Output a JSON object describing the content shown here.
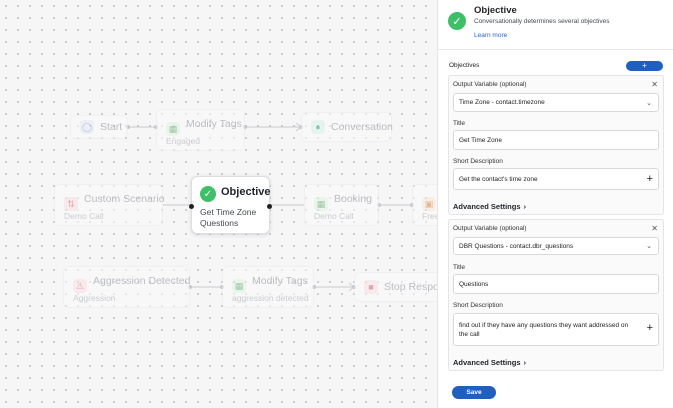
{
  "canvas": {
    "nodes": {
      "start": {
        "title": "Start",
        "icon": "chat-bubble-icon"
      },
      "modify_tags_1": {
        "title": "Modify Tags",
        "subtitle": "Engaged",
        "icon": "tag-icon"
      },
      "conversation": {
        "title": "Conversation",
        "icon": "chat-icon"
      },
      "custom_scenario": {
        "title": "Custom Scenario",
        "subtitle": "Demo Call",
        "icon": "flow-icon"
      },
      "objective": {
        "title": "Objective",
        "subtitle": "Get Time Zone Questions",
        "icon": "check-circle-icon"
      },
      "booking": {
        "title": "Booking",
        "subtitle": "Demo Call",
        "icon": "calendar-icon"
      },
      "partial": {
        "subtitle": "Free",
        "icon": "box-icon"
      },
      "aggression_detected": {
        "title": "Aggression Detected",
        "subtitle": "Aggression",
        "icon": "alert-icon"
      },
      "modify_tags_2": {
        "title": "Modify Tags",
        "subtitle": "aggression detected",
        "icon": "tag-icon"
      },
      "stop_response": {
        "title": "Stop Respon",
        "icon": "stop-icon"
      }
    }
  },
  "panel": {
    "title": "Objective",
    "subtitle": "Conversationally determines several objectives",
    "learn_more": "Learn more",
    "objectives_label": "Objectives",
    "add_label": "+",
    "cards": [
      {
        "output_variable_label": "Output Variable (optional)",
        "output_variable_value": "Time Zone - contact.timezone",
        "title_label": "Title",
        "title_value": "Get Time Zone",
        "short_description_label": "Short Description",
        "short_description_value": "Get the contact's time zone",
        "advanced_settings": "Advanced Settings"
      },
      {
        "output_variable_label": "Output Variable (optional)",
        "output_variable_value": "DBR Questions - contact.dbr_questions",
        "title_label": "Title",
        "title_value": "Questions",
        "short_description_label": "Short Description",
        "short_description_value": "find out if they have any questions they want addressed on the call",
        "advanced_settings": "Advanced Settings"
      }
    ],
    "save_label": "Save"
  }
}
